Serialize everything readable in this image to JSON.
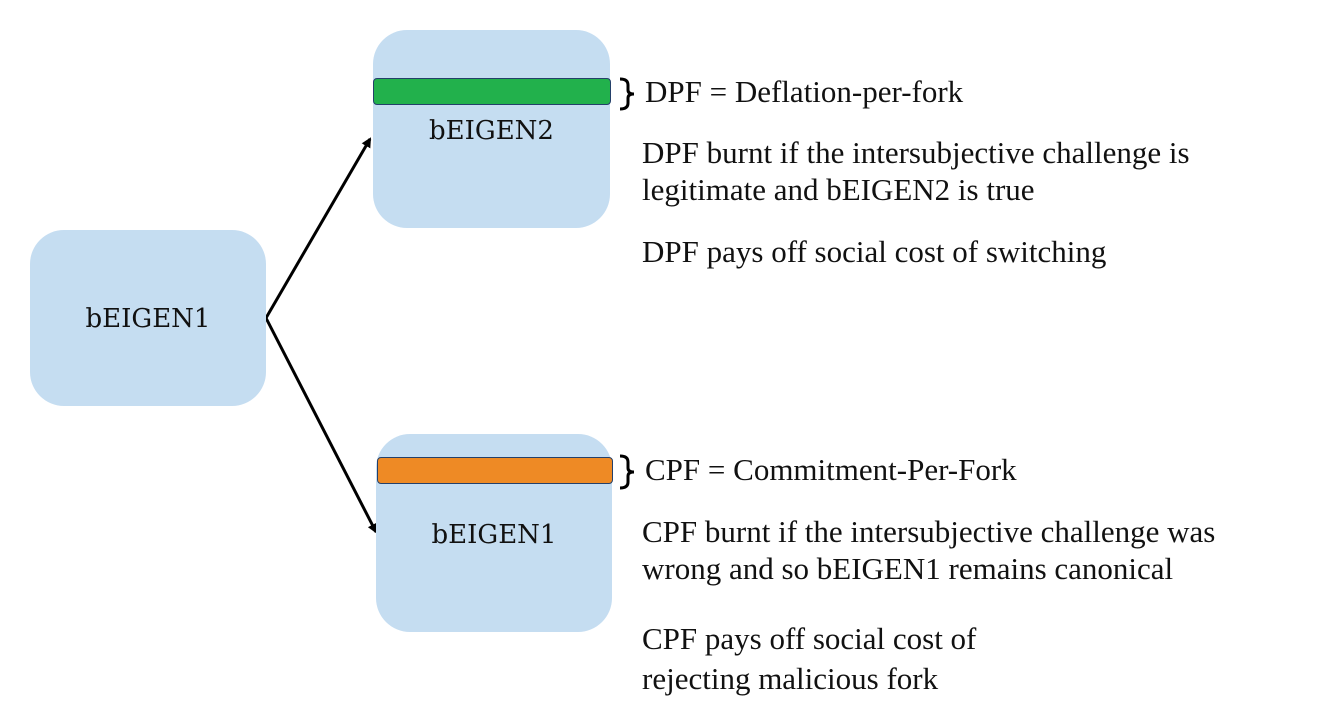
{
  "nodes": {
    "source": {
      "label": "bEIGEN1"
    },
    "fork_top": {
      "label": "bEIGEN2",
      "bar_color": "#22b14c"
    },
    "fork_bottom": {
      "label": "bEIGEN1",
      "bar_color": "#ee8a25"
    }
  },
  "top_notes": {
    "definition": "DPF = Deflation-per-fork",
    "burn_line1": "DPF burnt if the intersubjective challenge is",
    "burn_line2": "legitimate and bEIGEN2 is true",
    "payoff": "DPF pays off social cost of switching"
  },
  "bottom_notes": {
    "definition": "CPF = Commitment-Per-Fork",
    "burn_line1": "CPF burnt if the intersubjective challenge was",
    "burn_line2": "wrong and so bEIGEN1 remains canonical",
    "payoff_line1": "CPF pays off social cost of",
    "payoff_line2": "rejecting malicious fork"
  },
  "colors": {
    "box_fill": "#c5ddf1",
    "bar_border": "#24406a",
    "arrow": "#000000"
  }
}
